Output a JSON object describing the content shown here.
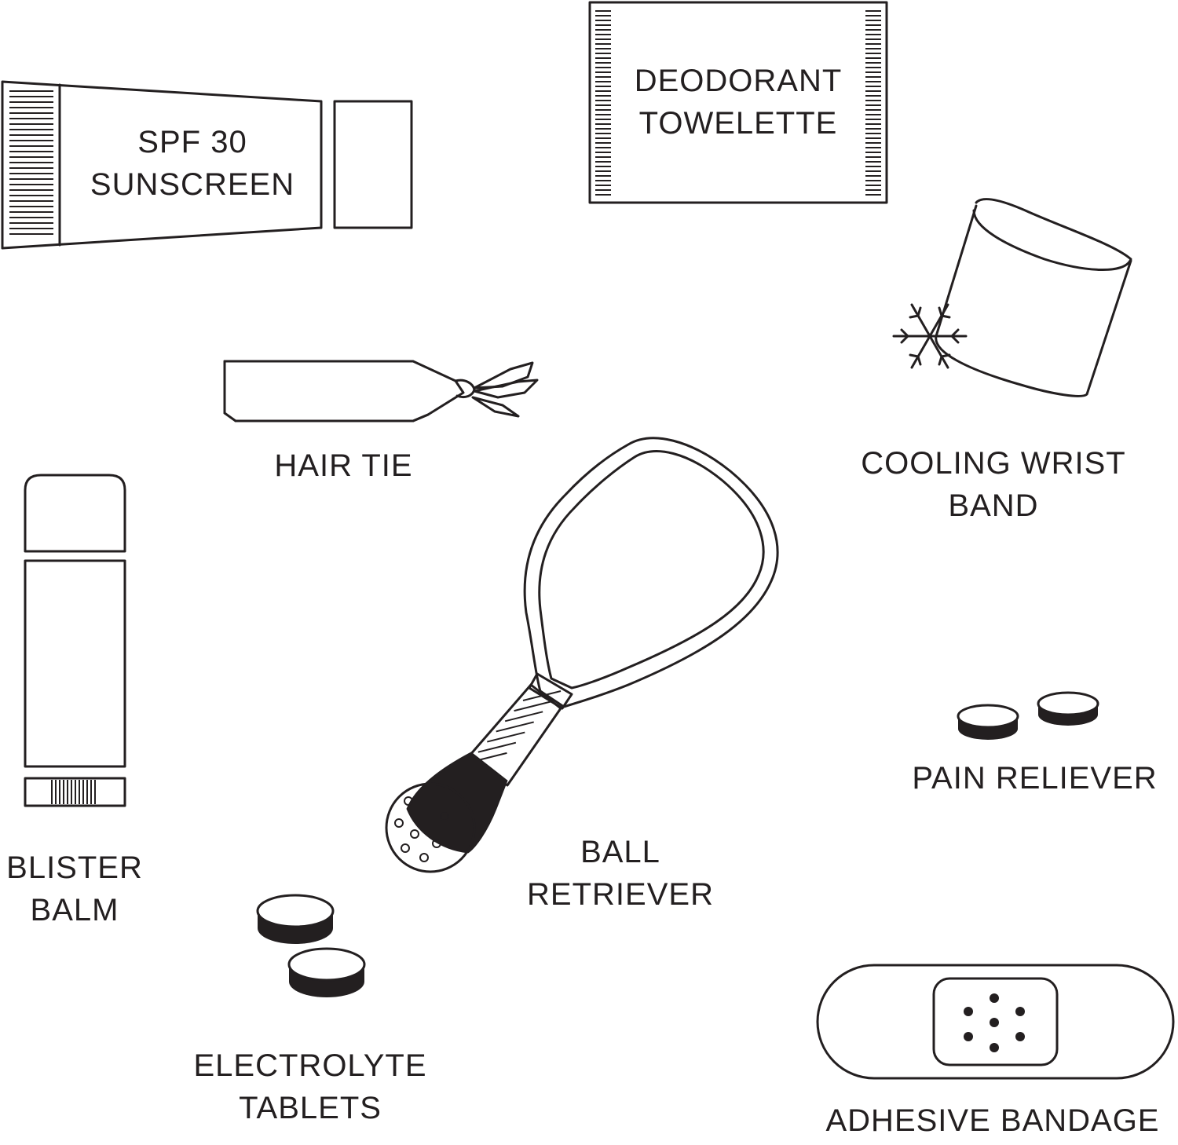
{
  "ink_color": "#231f20",
  "background": "#ffffff",
  "items": {
    "sunscreen": {
      "icon": "sunscreen-tube-icon",
      "line1": "SPF 30",
      "line2": "SUNSCREEN"
    },
    "towelette": {
      "icon": "towelette-packet-icon",
      "line1": "DEODORANT",
      "line2": "TOWELETTE"
    },
    "wristband": {
      "icon": "cooling-wristband-icon",
      "line1": "COOLING WRIST",
      "line2": "BAND"
    },
    "hair_tie": {
      "icon": "hair-tie-icon",
      "line1": "HAIR TIE"
    },
    "blister_balm": {
      "icon": "balm-stick-icon",
      "line1": "BLISTER",
      "line2": "BALM"
    },
    "ball_retriever": {
      "icon": "paddle-with-ball-retriever-icon",
      "line1": "BALL",
      "line2": "RETRIEVER"
    },
    "pain_reliever": {
      "icon": "pain-reliever-tablets-icon",
      "line1": "PAIN RELIEVER"
    },
    "electrolyte": {
      "icon": "electrolyte-tablets-icon",
      "line1": "ELECTROLYTE",
      "line2": "TABLETS"
    },
    "bandage": {
      "icon": "adhesive-bandage-icon",
      "line1": "ADHESIVE BANDAGE"
    }
  }
}
